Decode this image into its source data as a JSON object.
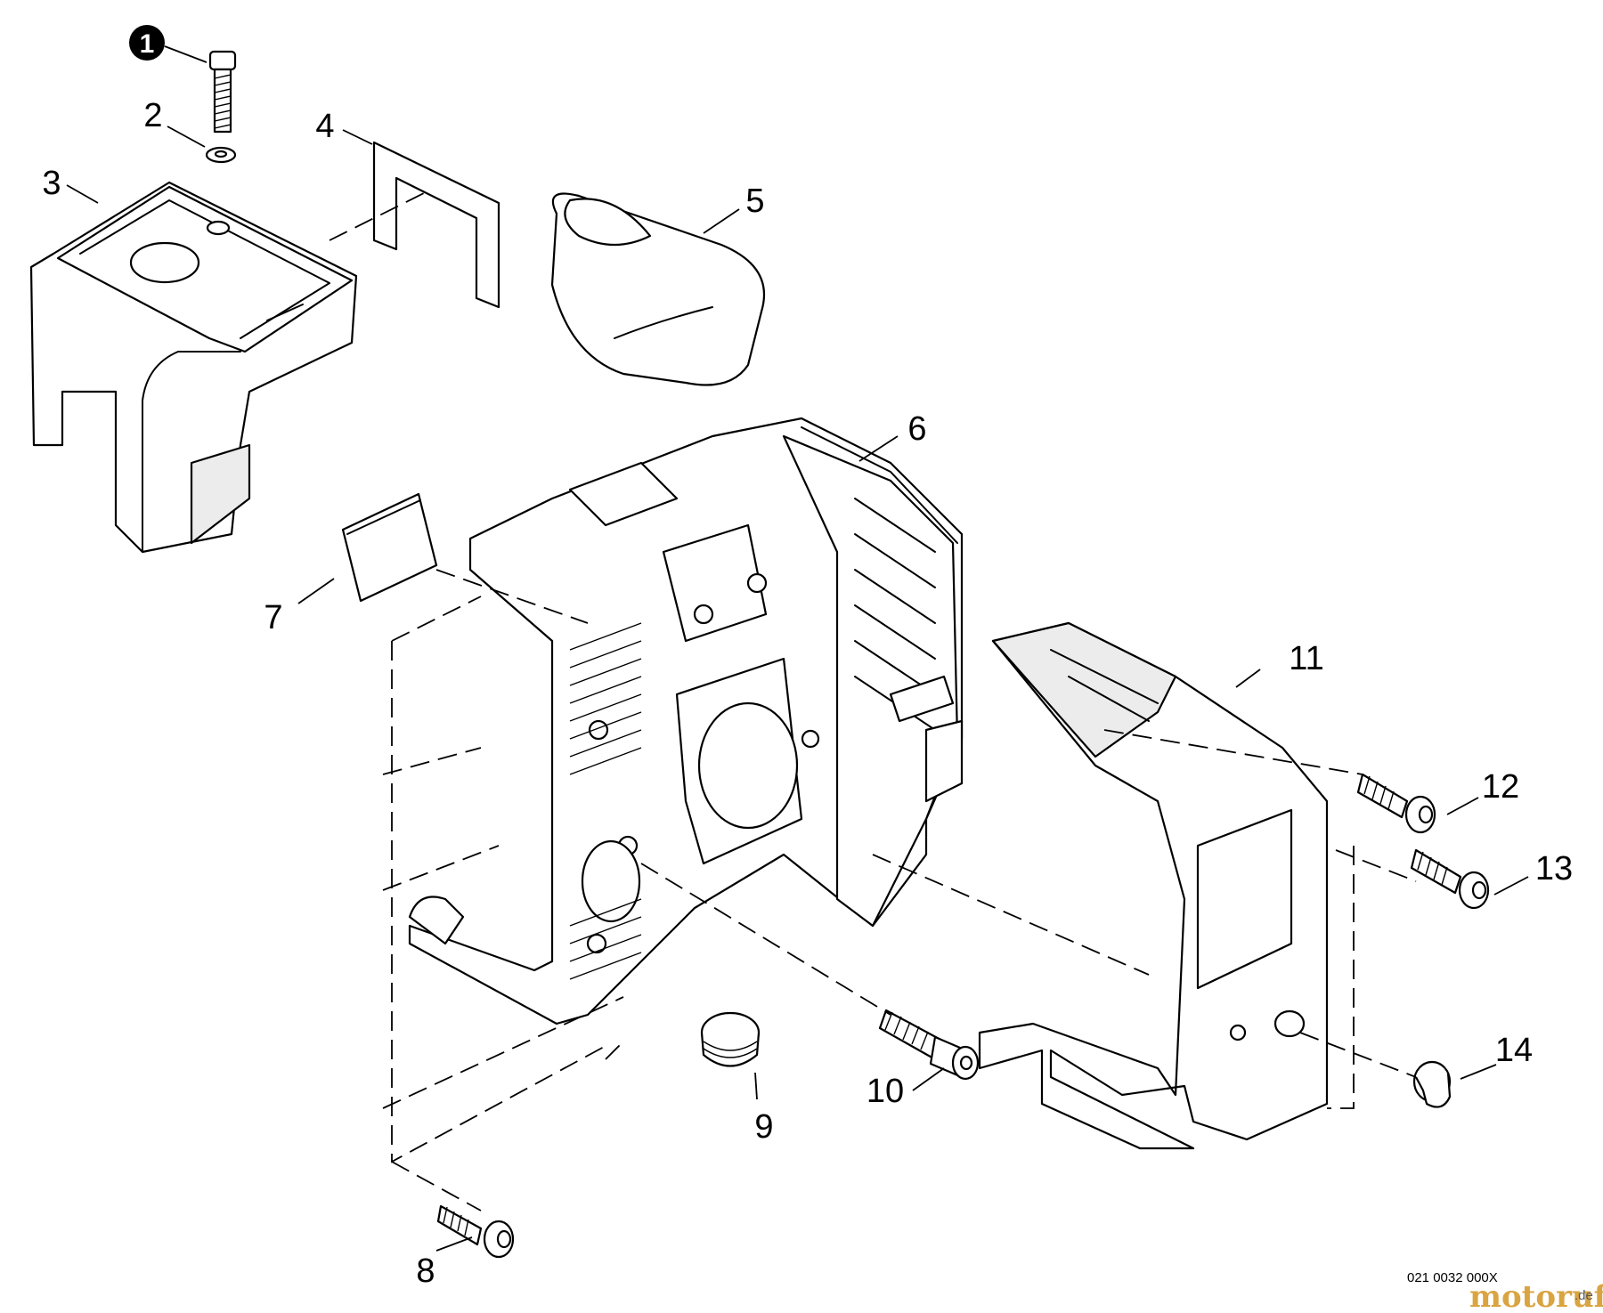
{
  "figure_code": "021 0032 000X",
  "watermark": {
    "text": "motoruf",
    "suffix": ".de",
    "color": "#d9a441"
  },
  "callouts": {
    "c1": "1",
    "c2": "2",
    "c3": "3",
    "c4": "4",
    "c5": "5",
    "c6": "6",
    "c7": "7",
    "c8": "8",
    "c9": "9",
    "c10": "10",
    "c11": "11",
    "c12": "12",
    "c13": "13",
    "c14": "14"
  },
  "parts": [
    {
      "callout": "1",
      "icon": "socket-head-bolt-icon",
      "highlighted": true
    },
    {
      "callout": "2",
      "icon": "washer-icon"
    },
    {
      "callout": "3",
      "icon": "air-cleaner-cover-icon"
    },
    {
      "callout": "4",
      "icon": "gasket-icon"
    },
    {
      "callout": "5",
      "icon": "rubber-cap-icon"
    },
    {
      "callout": "6",
      "icon": "main-housing-icon"
    },
    {
      "callout": "7",
      "icon": "filter-pad-icon"
    },
    {
      "callout": "8",
      "icon": "screw-icon"
    },
    {
      "callout": "9",
      "icon": "plug-icon"
    },
    {
      "callout": "10",
      "icon": "socket-head-bolt-icon"
    },
    {
      "callout": "11",
      "icon": "side-cover-icon"
    },
    {
      "callout": "12",
      "icon": "screw-icon"
    },
    {
      "callout": "13",
      "icon": "screw-icon"
    },
    {
      "callout": "14",
      "icon": "cap-icon"
    }
  ]
}
